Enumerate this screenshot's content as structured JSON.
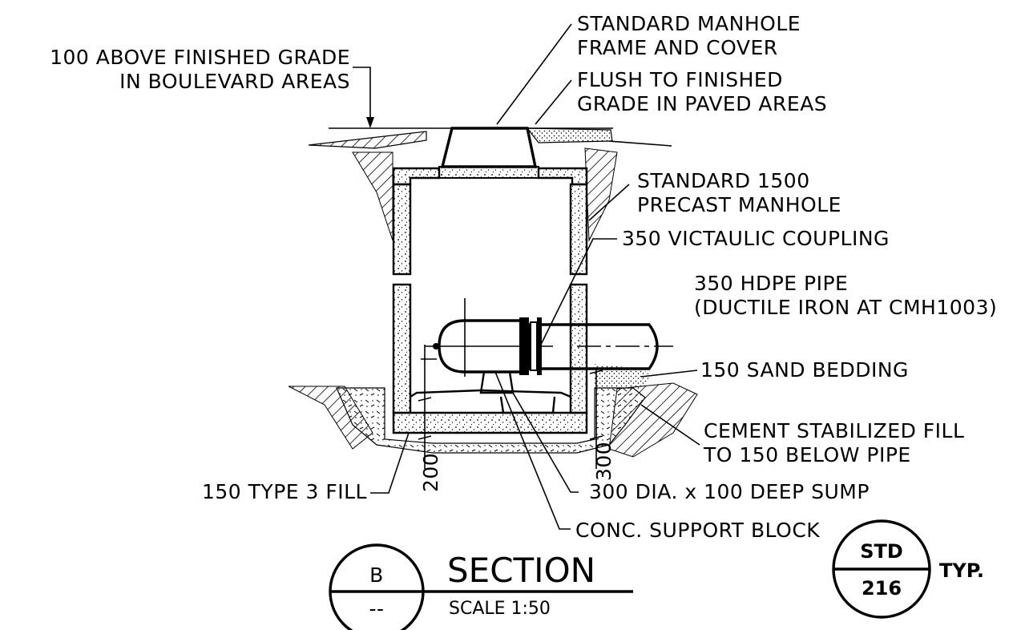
{
  "labels": {
    "above_grade": [
      "100 ABOVE FINISHED GRADE",
      "IN BOULEVARD AREAS"
    ],
    "frame_cover": [
      "STANDARD MANHOLE",
      "FRAME AND COVER"
    ],
    "flush_grade": [
      "FLUSH TO FINISHED",
      "GRADE IN PAVED AREAS"
    ],
    "precast": [
      "STANDARD 1500",
      "PRECAST MANHOLE"
    ],
    "coupling": "350 VICTAULIC COUPLING",
    "pipe": [
      "350 HDPE PIPE",
      "(DUCTILE IRON AT CMH1003)"
    ],
    "sand_bedding": "150 SAND BEDDING",
    "cement_fill": [
      "CEMENT STABILIZED FILL",
      "TO 150 BELOW PIPE"
    ],
    "type3_fill": "150 TYPE 3 FILL",
    "sump": "300 DIA. x 100 DEEP SUMP",
    "support_block": "CONC. SUPPORT BLOCK"
  },
  "dimensions": {
    "left": "200",
    "right": "300"
  },
  "section_title": {
    "letter": "B",
    "ref": "--",
    "title": "SECTION",
    "scale": "SCALE  1:50"
  },
  "std_ref": {
    "top": "STD",
    "bottom": "216",
    "note": "TYP."
  }
}
